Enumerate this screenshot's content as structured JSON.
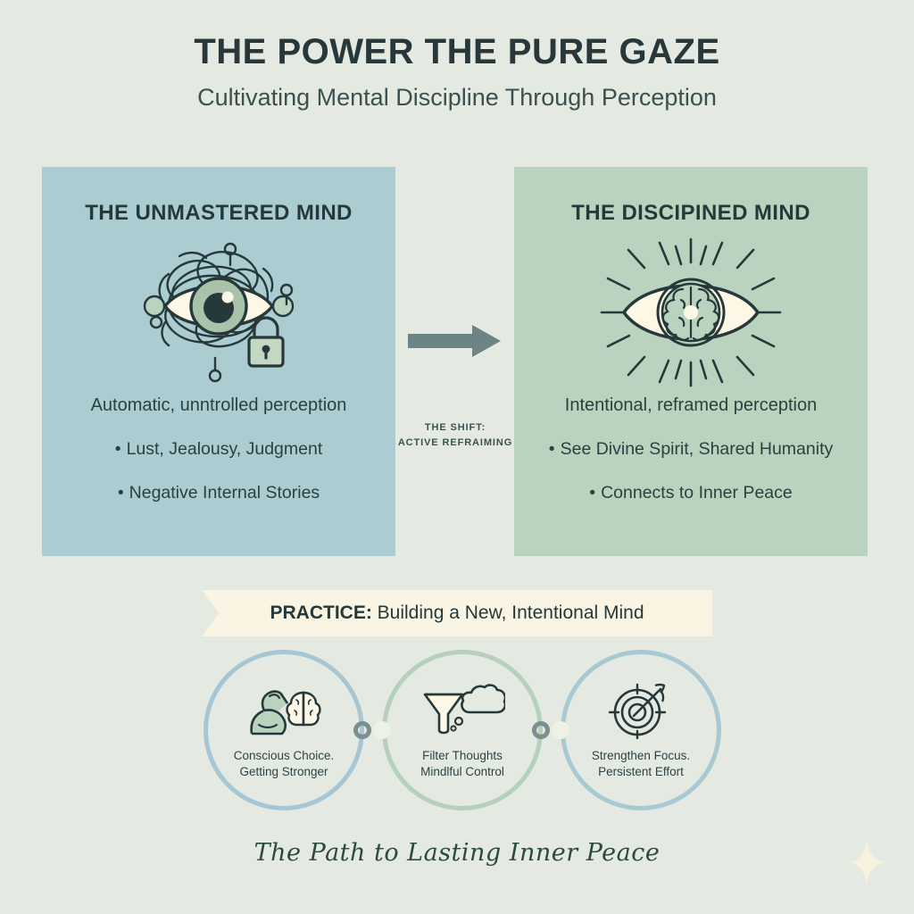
{
  "header": {
    "title": "THE POWER THE PURE GAZE",
    "subtitle": "Cultivating Mental Discipline Through Perception"
  },
  "panels": {
    "left": {
      "title": "THE UNMASTERED MIND",
      "lead": "Automatic, unntrolled perception",
      "bullets": [
        "Lust, Jealousy, Judgment",
        "Negative Internal Stories"
      ],
      "bullet_marker": "•",
      "icon": "tangled-eye-with-lock-icon",
      "bg_color": "#abccd1"
    },
    "right": {
      "title": "THE DISCIPINED MIND",
      "lead": "Intentional, reframed perception",
      "bullets": [
        "See Divine Spirit, Shared Humanity",
        "Connects to Inner Peace"
      ],
      "bullet_marker": "•",
      "icon": "radiant-eye-with-brain-icon",
      "bg_color": "#b9d3bf"
    }
  },
  "shift": {
    "icon": "right-arrow-icon",
    "line1": "THE SHIFT:",
    "line2": "ACTIVE REFRAIMING",
    "arrow_color": "#6c8486"
  },
  "practice": {
    "label_strong": "PRACTICE:",
    "label_rest": " Building a New, Intentional Mind",
    "bg_color": "#faf4e2"
  },
  "steps": [
    {
      "icon": "flexed-arm-brain-icon",
      "line1": "Conscious Choice.",
      "line2": "Getting Stronger",
      "ring_color": "#a6c6d4"
    },
    {
      "icon": "funnel-thought-cloud-icon",
      "line1": "Filter Thoughts",
      "line2": "Mindlful Control",
      "ring_color": "#b5d0bc"
    },
    {
      "icon": "target-arrow-icon",
      "line1": "Strengthen Focus.",
      "line2": "Persistent Effort",
      "ring_color": "#a9c9d2"
    }
  ],
  "footer": {
    "script_text": "The Path to Lasting Inner Peace",
    "sparkle_icon": "four-point-star-icon",
    "sparkle_color": "#f7f2dd"
  },
  "theme": {
    "background": "#e4eae2",
    "ink": "#2a3c3c",
    "cream": "#faf4e2"
  }
}
